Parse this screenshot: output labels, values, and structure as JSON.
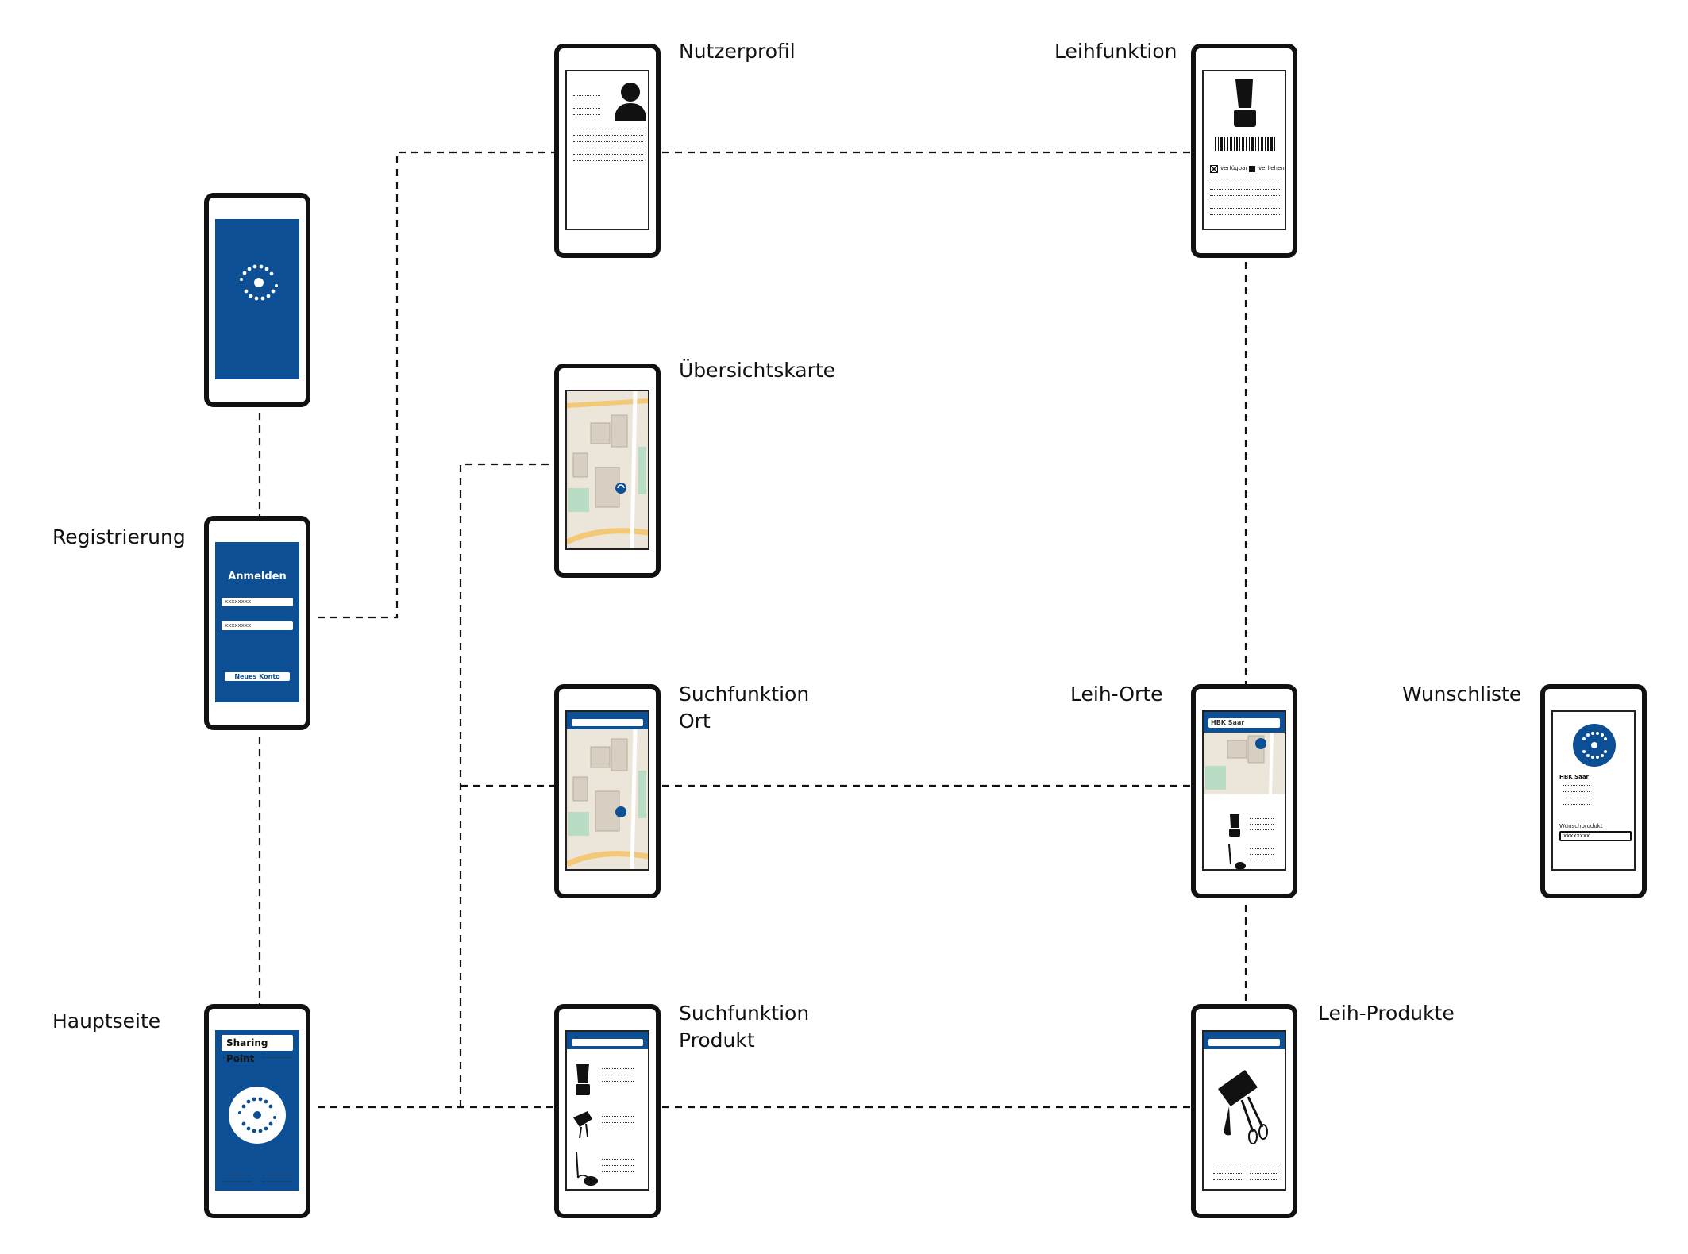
{
  "labels": {
    "registrierung": "Registrierung",
    "hauptseite": "Hauptseite",
    "nutzerprofil": "Nutzerprofil",
    "uebersichtskarte": "Übersichtskarte",
    "suchfunktion_ort": "Suchfunktion\nOrt",
    "suchfunktion_produkt": "Suchfunktion\nProdukt",
    "leihfunktion": "Leihfunktion",
    "leih_orte": "Leih-Orte",
    "leih_produkte": "Leih-Produkte",
    "wunschliste": "Wunschliste"
  },
  "screens": {
    "registrierung": {
      "title": "Anmelden",
      "field1": "xxxxxxxx",
      "field2": "xxxxxxxx",
      "button": "Neues Konto"
    },
    "hauptseite": {
      "title": "Sharing Point"
    },
    "leihfunktion": {
      "status_available": "verfügbar",
      "status_lent": "verliehen"
    },
    "leih_orte": {
      "title": "HBK Saar"
    },
    "wunschliste": {
      "place": "HBK Saar",
      "wish_label": "Wunschprodukt",
      "wish_value": "xxxxxxxx"
    }
  },
  "colors": {
    "brand_blue": "#0c4f94",
    "line": "#111111"
  }
}
